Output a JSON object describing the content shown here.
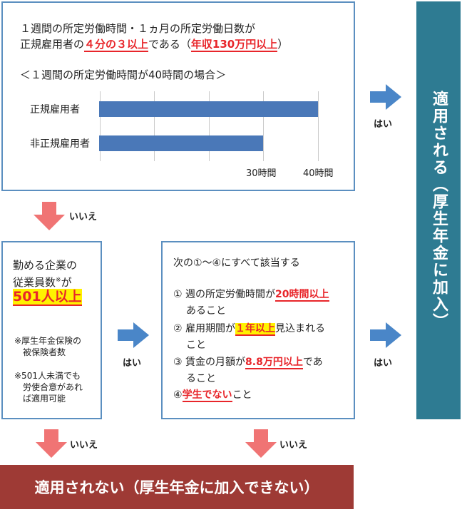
{
  "box1": {
    "line1": "１週間の所定労働時間・１ヵ月の所定労働日数が",
    "line2_pre": "正規雇用者の",
    "line2_hl1": "４分の３以上",
    "line2_mid": "である（",
    "line2_hl2": "年収130万円以上",
    "line2_post": "）",
    "subtitle": "＜１週間の所定労働時間が40時間の場合＞",
    "row1": "正規雇用者",
    "row2": "非正規雇用者",
    "tick1": "30時間",
    "tick2": "40時間"
  },
  "chart_data": {
    "type": "bar",
    "categories": [
      "正規雇用者",
      "非正規雇用者"
    ],
    "values": [
      40,
      30
    ],
    "xticks": [
      "30時間",
      "40時間"
    ],
    "orientation": "horizontal",
    "color": "#4a78b8"
  },
  "box2": {
    "line1": "勤める企業の",
    "line2": "従業員数",
    "line2_mark": "※",
    "line2_post": "が",
    "highlight": "501人以上",
    "note1a": "※厚生年金保険の",
    "note1b": "被保険者数",
    "note2a": "※501人未満でも",
    "note2b": "労使合意があれ",
    "note2c": "ば適用可能"
  },
  "box3": {
    "heading": "次の①〜④にすべて該当する",
    "i1_pre": "① 週の所定労働時間が",
    "i1_hl": "20時間以上",
    "i1_post": "あること",
    "i2_pre": "② 雇用期間が",
    "i2_hl": "１年以上",
    "i2_mid": "見込まれる",
    "i2_post": "こと",
    "i3_pre": "③ 賃金の月額が",
    "i3_hl": "8.8万円以上",
    "i3_mid": "であ",
    "i3_post": "ること",
    "i4_pre": "④",
    "i4_hl": "学生でない",
    "i4_post": "こと"
  },
  "labels": {
    "yes": "はい",
    "no": "いいえ"
  },
  "result_yes": "適用される（厚生年金に加入）",
  "result_no": "適用されない（厚生年金に加入できない）",
  "colors": {
    "border": "#5b8fc0",
    "arrow_blue": "#4a86c8",
    "arrow_pink": "#f07474",
    "panel_teal": "#2e7b92",
    "panel_red": "#9e3a35",
    "highlight_red": "#e8252a",
    "highlight_yellow": "#fff200"
  }
}
